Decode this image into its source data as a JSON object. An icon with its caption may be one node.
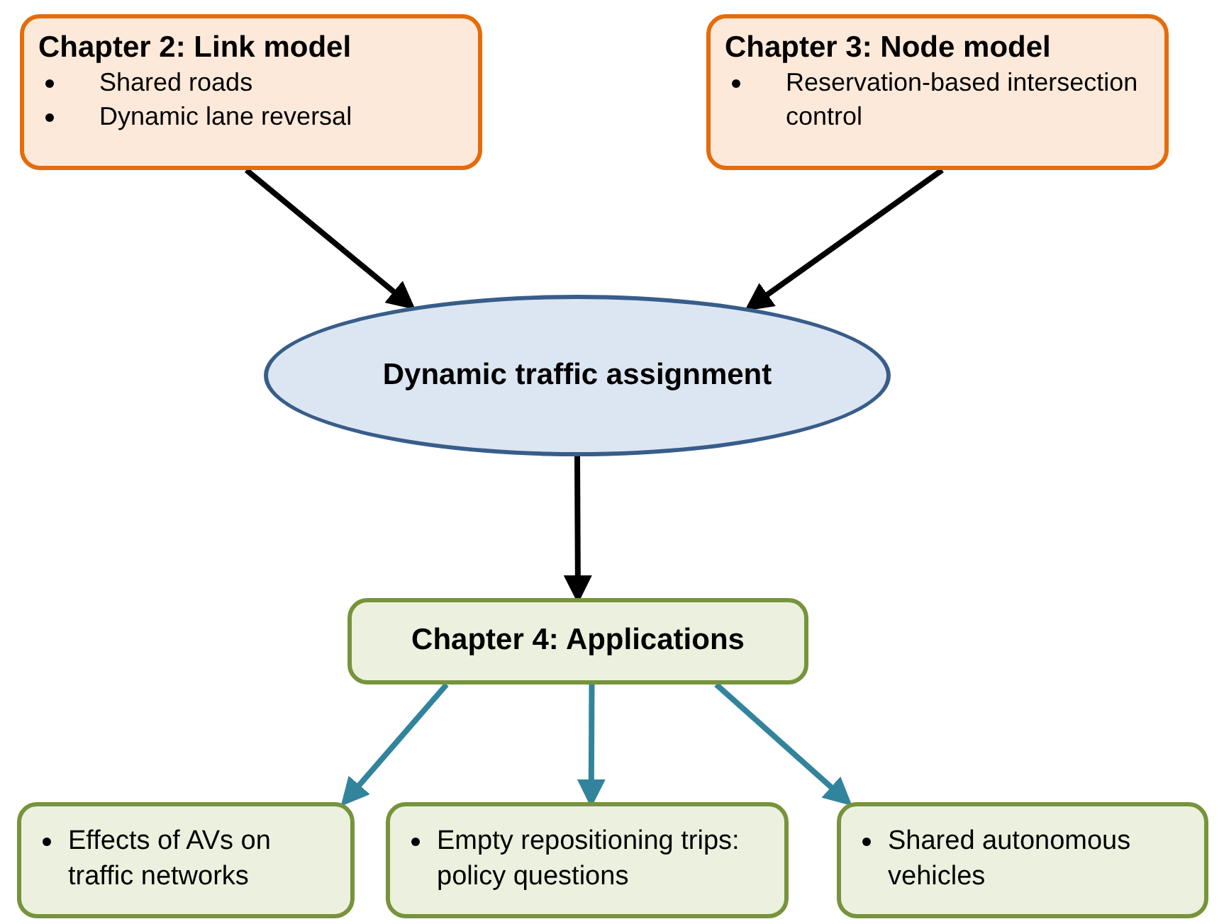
{
  "diagram": {
    "nodes": [
      {
        "text": [
          "Chapter 2: Link model",
          "Shared roads",
          "Dynamic lane reversal"
        ]
      },
      {
        "text": [
          "Chapter 3: Node model",
          "Reservation-based intersection control"
        ]
      },
      {
        "text": [
          "Dynamic traffic assignment"
        ]
      },
      {
        "text": [
          "Chapter 4: Applications"
        ]
      },
      {
        "text": [
          "Effects of AVs on traffic networks"
        ]
      },
      {
        "text": [
          "Empty repositioning trips: policy questions"
        ]
      },
      {
        "text": [
          "Shared autonomous vehicles"
        ]
      }
    ],
    "edges": [
      {
        "from": 0,
        "to": 2,
        "arrow": "to"
      },
      {
        "from": 1,
        "to": 2,
        "arrow": "to"
      },
      {
        "from": 2,
        "to": 3,
        "arrow": "to"
      },
      {
        "from": 3,
        "to": 4,
        "arrow": "to",
        "color": "#31849b"
      },
      {
        "from": 3,
        "to": 5,
        "arrow": "to",
        "color": "#31849b"
      },
      {
        "from": 3,
        "to": 6,
        "arrow": "to",
        "color": "#31849b"
      }
    ]
  }
}
